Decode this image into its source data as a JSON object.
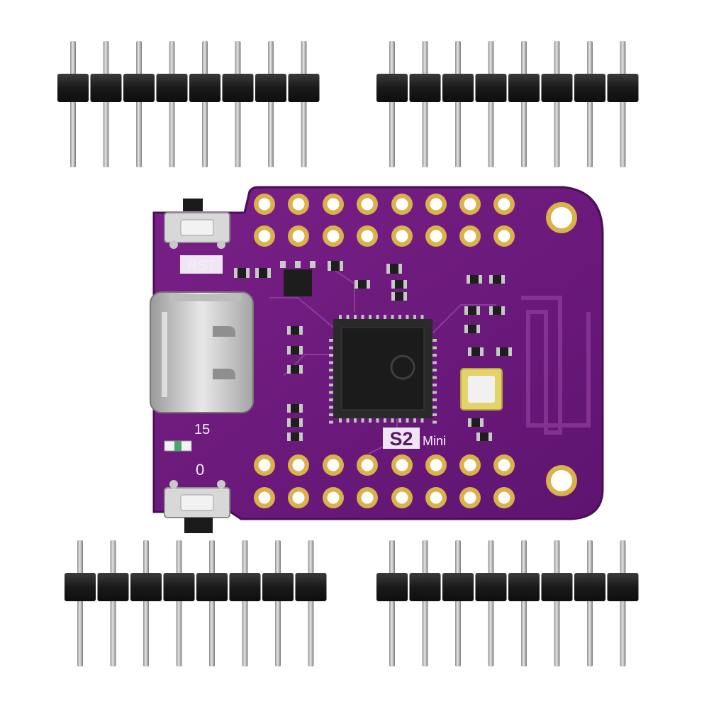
{
  "board": {
    "silkscreen": {
      "rst_label": "RST",
      "led_label": "15",
      "boot_label": "0",
      "model_main": "S2",
      "model_sub": "Mini"
    },
    "colors": {
      "pcb": "#6a1a78",
      "pcb_edge": "#4a0f56",
      "silkscreen": "#f4eef8",
      "pad": "#d9b24a",
      "header_plastic": "#1c1c1c",
      "header_pin": "#c9c9c9"
    }
  },
  "pin_headers": {
    "count": 4,
    "pins_per_header": 8
  }
}
